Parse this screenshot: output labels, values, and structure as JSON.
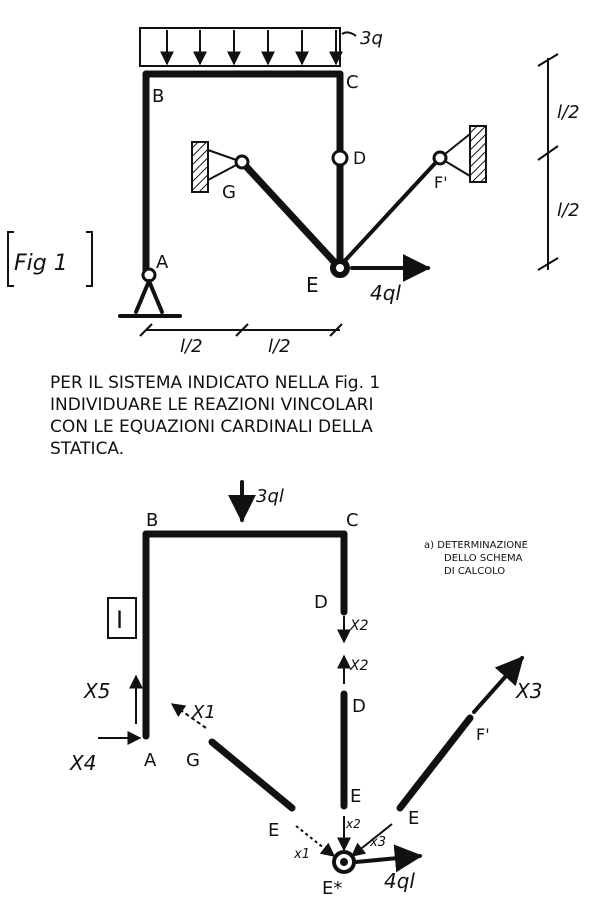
{
  "fig1": {
    "figure_label": "Fig 1",
    "load_q": "3q",
    "load_force": "4ql",
    "nodes": {
      "A": "A",
      "B": "B",
      "C": "C",
      "D": "D",
      "E": "E",
      "F": "F'",
      "G": "G"
    },
    "dims": {
      "half_l": "l/2"
    }
  },
  "prompt": {
    "line1": "PER IL SISTEMA INDICATO NELLA Fig. 1",
    "line2": "INDIVIDUARE LE REAZIONI VINCOLARI",
    "line3": "CON LE EQUAZIONI CARDINALI DELLA",
    "line4": "STATICA."
  },
  "fig2": {
    "load_force": "3ql",
    "side_force": "4ql",
    "note_line1": "a) DETERMINAZIONE",
    "note_line2": "DELLO SCHEMA",
    "note_line3": "DI CALCOLO",
    "part_label": "I",
    "nodes": {
      "A": "A",
      "B": "B",
      "C": "C",
      "D_top": "D",
      "D_bot": "D",
      "E_lower": "E",
      "E_mid": "E",
      "E_right": "E",
      "E_star": "E*",
      "F": "F'",
      "G": "G"
    },
    "forces": {
      "X1": "X1",
      "X2": "X2",
      "X3": "X3",
      "X4": "X4",
      "X5": "X5",
      "x1": "x1",
      "x2": "x2",
      "x3": "x3"
    }
  }
}
